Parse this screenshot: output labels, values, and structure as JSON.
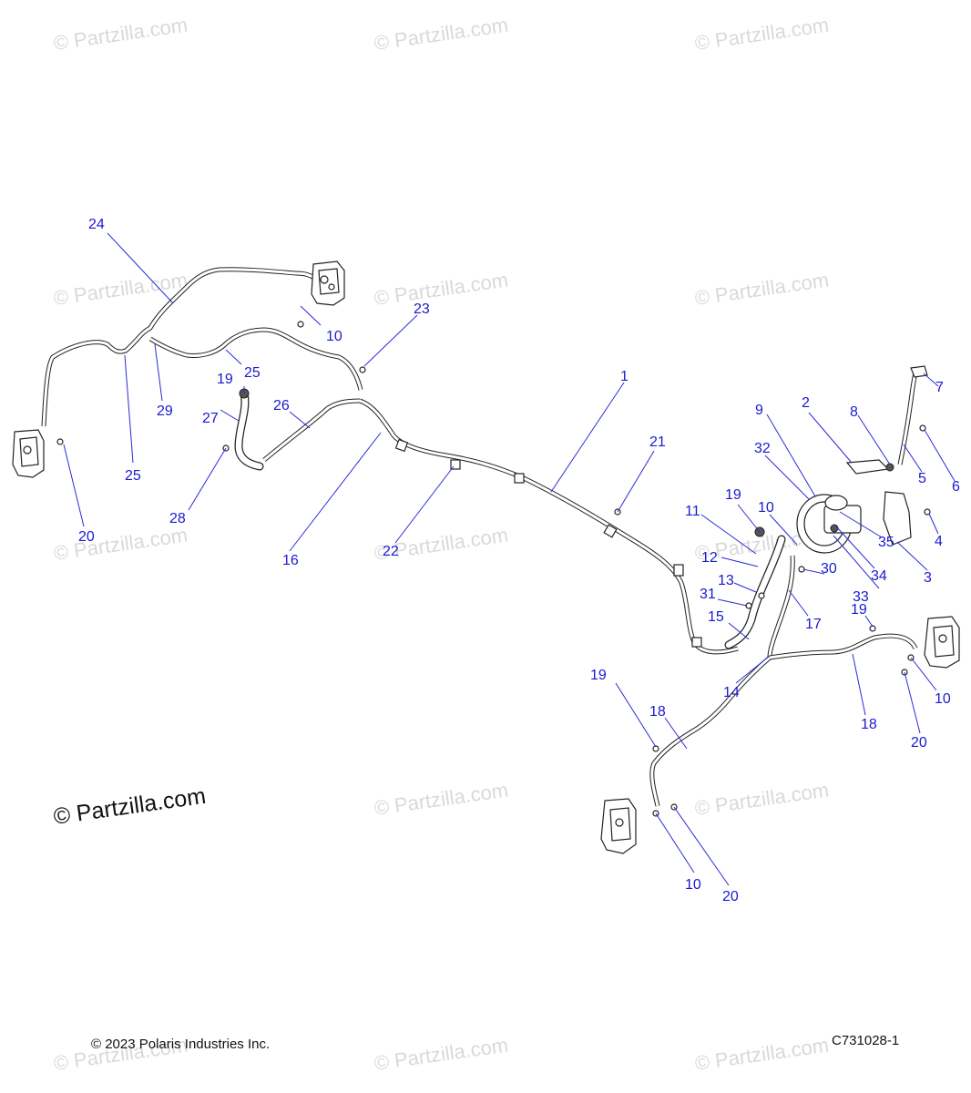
{
  "watermark": {
    "text": "© Partzilla.com",
    "count": 15
  },
  "watermark_main": "© Partzilla.com",
  "footer": {
    "copyright": "© 2023 Polaris Industries Inc.",
    "diagram_id": "C731028-1"
  },
  "callouts": [
    "24",
    "10",
    "23",
    "19",
    "25",
    "29",
    "27",
    "26",
    "25",
    "20",
    "28",
    "16",
    "22",
    "1",
    "21",
    "9",
    "2",
    "8",
    "7",
    "32",
    "5",
    "6",
    "19",
    "11",
    "10",
    "35",
    "4",
    "12",
    "3",
    "34",
    "13",
    "30",
    "33",
    "31",
    "17",
    "15",
    "19",
    "14",
    "19",
    "18",
    "18",
    "10",
    "20",
    "10",
    "20"
  ],
  "colors": {
    "callout": "#1a1ad0",
    "watermark": "#d9d9d9",
    "line_art": "#222222"
  }
}
